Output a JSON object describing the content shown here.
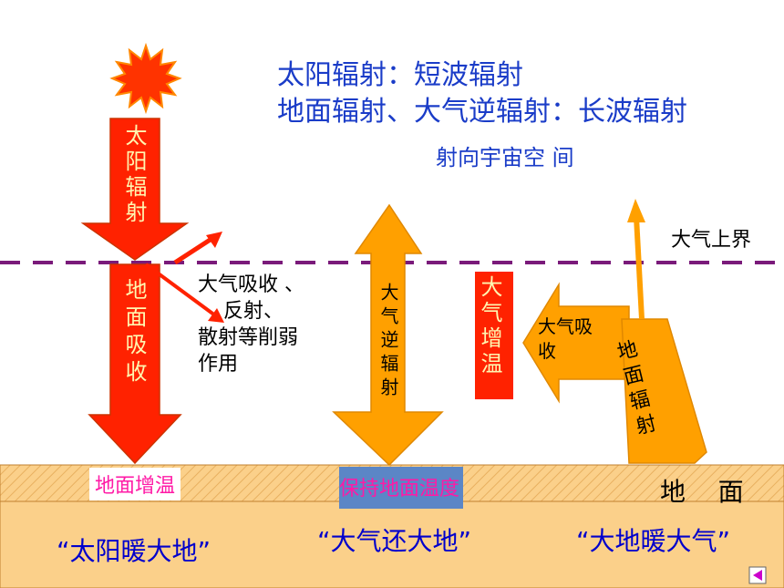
{
  "title": {
    "line1": "太阳辐射：短波辐射",
    "line2": "地面辐射、大气逆辐射：长波辐射"
  },
  "space_label": "射向宇宙空 间",
  "atmosphere_top_label": "大气上界",
  "sun_arrow_label": "太阳辐射",
  "ground_absorb_label": "地面吸收",
  "atmos_effect_label": "大气吸收 、\n    反射、\n散射等削弱\n作用",
  "counter_radiation_label": "大气逆辐射",
  "atmos_warming_label": "大气增温",
  "atmos_absorb_label": "大气吸收",
  "ground_radiation_label": "地面辐射",
  "ground_warming_label": "地面增温",
  "keep_temp_label": "保持地面温度",
  "ground_label": "地    面",
  "bottom_phrases": [
    "“太阳暖大地”",
    "“大气还大地”",
    "“大地暖大气”"
  ],
  "colors": {
    "red": "#ff2200",
    "orange": "#ffa000",
    "blue_title": "#1a3cc8",
    "dashed_line": "#7a1a7a",
    "ground": "#fbd08a",
    "keep_box": "#5b86c6",
    "pink": "#ff1aa6"
  },
  "icons": [
    "sun-icon",
    "prev-slide-icon"
  ]
}
